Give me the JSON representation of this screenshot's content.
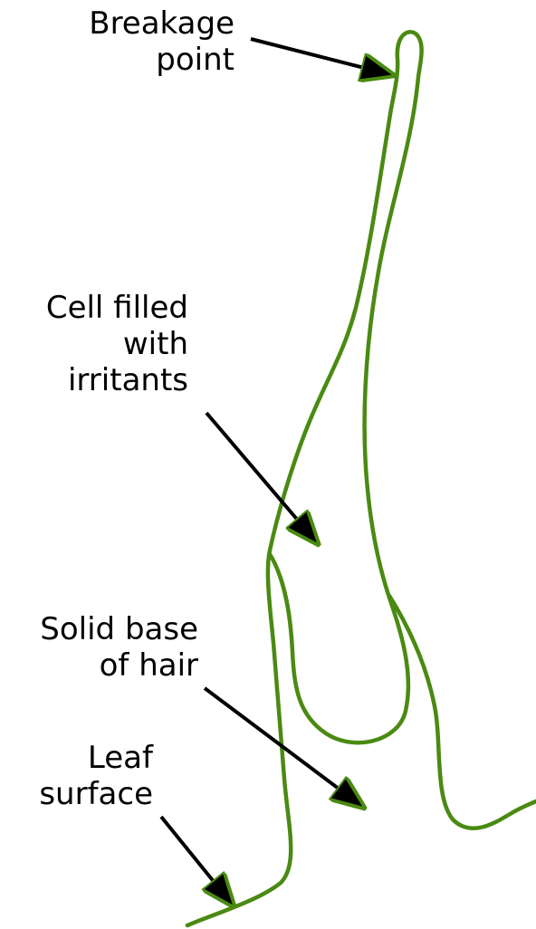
{
  "labels": {
    "breakage_point": [
      "Breakage",
      "point"
    ],
    "cell_filled": [
      "Cell filled",
      "with",
      "irritants"
    ],
    "solid_base": [
      "Solid base",
      "of hair"
    ],
    "leaf_surface": [
      "Leaf",
      "surface"
    ]
  },
  "colors": {
    "hair_outline": "#4a8a12",
    "arrow": "#000000",
    "text": "#000000",
    "background": "#ffffff"
  }
}
